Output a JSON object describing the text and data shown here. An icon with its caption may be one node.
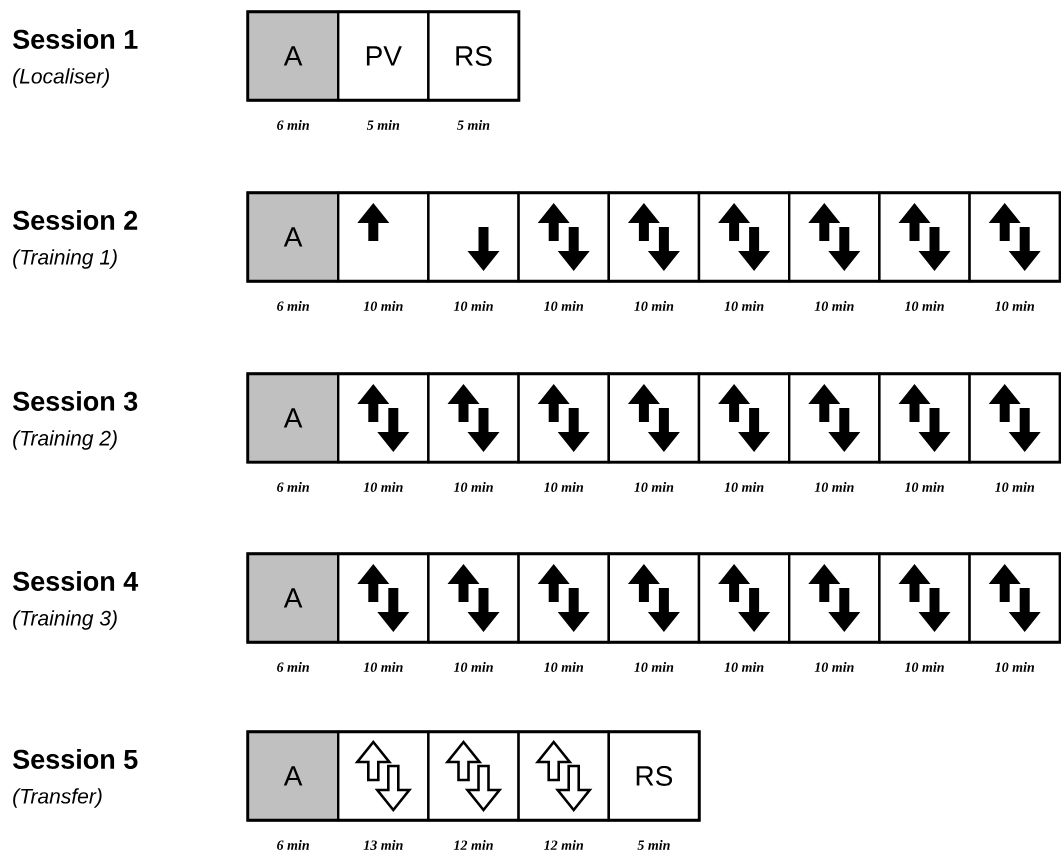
{
  "diagram": {
    "nodes": [
      {
        "text": [
          "Session 1"
        ]
      },
      {
        "text": [
          "A"
        ],
        "in": 0,
        "beside": [
          "6 min"
        ]
      },
      {
        "text": [
          "PV"
        ],
        "in": 0,
        "beside": [
          "5 min"
        ]
      },
      {
        "text": [
          "RS"
        ],
        "in": 0,
        "beside": [
          "5 min"
        ]
      },
      {
        "text": [
          "Session 2"
        ]
      },
      {
        "text": [
          "A"
        ],
        "in": 4,
        "beside": [
          "6 min"
        ]
      },
      {
        "text": [],
        "shape": "box",
        "in": 4,
        "beside": [
          "10 min"
        ]
      },
      {
        "text": [],
        "shape": "box",
        "in": 4,
        "beside": [
          "10 min"
        ]
      },
      {
        "text": [],
        "shape": "box",
        "in": 4,
        "beside": [
          "10 min"
        ]
      },
      {
        "text": [],
        "shape": "box",
        "in": 4,
        "beside": [
          "10 min"
        ]
      },
      {
        "text": [],
        "shape": "box",
        "in": 4,
        "beside": [
          "10 min"
        ]
      },
      {
        "text": [],
        "shape": "box",
        "in": 4,
        "beside": [
          "10 min"
        ]
      },
      {
        "text": [],
        "shape": "box",
        "in": 4,
        "beside": [
          "10 min"
        ]
      },
      {
        "text": [],
        "shape": "box",
        "in": 4,
        "beside": [
          "10 min"
        ]
      },
      {
        "text": [
          "Session 3"
        ]
      },
      {
        "text": [
          "A"
        ],
        "in": 14,
        "beside": [
          "6 min"
        ]
      },
      {
        "text": [],
        "shape": "box",
        "in": 14,
        "beside": [
          "10 min"
        ]
      },
      {
        "text": [],
        "shape": "box",
        "in": 14,
        "beside": [
          "10 min"
        ]
      },
      {
        "text": [],
        "shape": "box",
        "in": 14,
        "beside": [
          "10 min"
        ]
      },
      {
        "text": [],
        "shape": "box",
        "in": 14,
        "beside": [
          "10 min"
        ]
      },
      {
        "text": [],
        "shape": "box",
        "in": 14,
        "beside": [
          "10 min"
        ]
      },
      {
        "text": [],
        "shape": "box",
        "in": 14,
        "beside": [
          "10 min"
        ]
      },
      {
        "text": [],
        "shape": "box",
        "in": 14,
        "beside": [
          "10 min"
        ]
      },
      {
        "text": [],
        "shape": "box",
        "in": 14,
        "beside": [
          "10 min"
        ]
      },
      {
        "text": [
          "Session 4"
        ]
      },
      {
        "text": [
          "A"
        ],
        "in": 24,
        "beside": [
          "6 min"
        ]
      },
      {
        "text": [],
        "shape": "box",
        "in": 24,
        "beside": [
          "10 min"
        ]
      },
      {
        "text": [],
        "shape": "box",
        "in": 24,
        "beside": [
          "10 min"
        ]
      },
      {
        "text": [],
        "shape": "box",
        "in": 24,
        "beside": [
          "10 min"
        ]
      },
      {
        "text": [],
        "shape": "box",
        "in": 24,
        "beside": [
          "10 min"
        ]
      },
      {
        "text": [],
        "shape": "box",
        "in": 24,
        "beside": [
          "10 min"
        ]
      },
      {
        "text": [],
        "shape": "box",
        "in": 24,
        "beside": [
          "10 min"
        ]
      },
      {
        "text": [],
        "shape": "box",
        "in": 24,
        "beside": [
          "10 min"
        ]
      },
      {
        "text": [],
        "shape": "box",
        "in": 24,
        "beside": [
          "10 min"
        ]
      },
      {
        "text": [
          "Session 5"
        ]
      },
      {
        "text": [
          "A"
        ],
        "in": 34,
        "beside": [
          "6 min"
        ]
      },
      {
        "text": [],
        "shape": "box",
        "in": 34,
        "beside": [
          "13 min"
        ]
      },
      {
        "text": [],
        "shape": "box",
        "in": 34,
        "beside": [
          "12 min"
        ]
      },
      {
        "text": [],
        "shape": "box",
        "in": 34,
        "beside": [
          "12 min"
        ]
      },
      {
        "text": [
          "RS"
        ],
        "in": 34,
        "beside": [
          "5 min"
        ]
      }
    ],
    "labels": [
      "(Localiser)",
      "(Training 1)",
      "(Training 2)",
      "(Training 3)",
      "(Transfer)"
    ]
  }
}
